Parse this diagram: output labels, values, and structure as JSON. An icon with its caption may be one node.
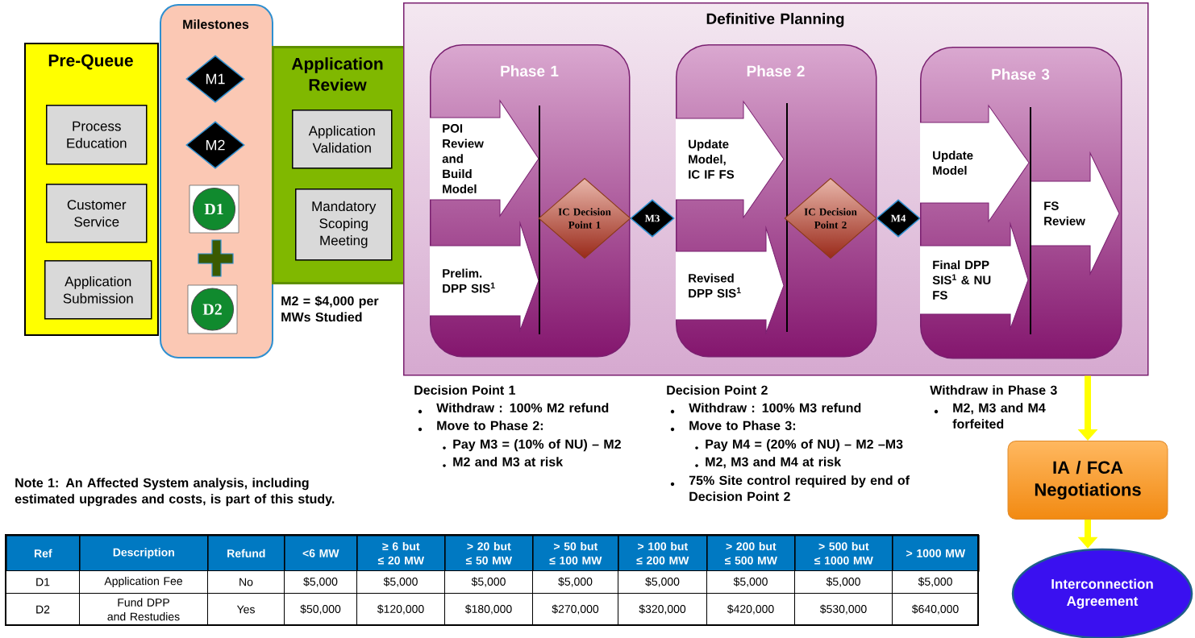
{
  "diagram": {
    "nodes": [
      {
        "text": [
          "Pre-Queue"
        ]
      },
      {
        "text": [
          "Process Education"
        ],
        "in": 0
      },
      {
        "text": [
          "Customer Service"
        ],
        "in": 0
      },
      {
        "text": [
          "Application Submission"
        ],
        "in": 0
      },
      {
        "text": [
          "Milestones"
        ]
      },
      {
        "text": [
          "M1"
        ],
        "in": 4
      },
      {
        "text": [
          "M2"
        ],
        "in": 4
      },
      {
        "text": [
          "D1"
        ],
        "in": 4
      },
      {
        "text": [
          "D2"
        ],
        "in": 4
      },
      {
        "text": [
          "Application Review"
        ],
        "beside": [
          "M2 = $4,000 per MWs Studied"
        ]
      },
      {
        "text": [
          "Application Validation"
        ],
        "in": 9
      },
      {
        "text": [
          "Mandatory Scoping Meeting"
        ],
        "in": 9
      },
      {
        "text": [
          "Definitive Planning"
        ]
      },
      {
        "text": [
          "Phase 1"
        ],
        "in": 12
      },
      {
        "text": [
          "POI Review and Build Model"
        ],
        "in": 13
      },
      {
        "text": [
          "Prelim. DPP SIS$^{1}$"
        ],
        "in": 13
      },
      {
        "text": [
          "IC Decision Point 1"
        ],
        "in": 13
      },
      {
        "text": [
          "M3"
        ],
        "in": 12
      },
      {
        "text": [
          "Phase 2"
        ],
        "in": 12
      },
      {
        "text": [
          "Update Model, IC IF FS"
        ],
        "in": 18
      },
      {
        "text": [
          "Revised DPP SIS$^{1}$"
        ],
        "in": 18
      },
      {
        "text": [
          "IC Decision Point 2"
        ],
        "in": 18
      },
      {
        "text": [
          "M4"
        ],
        "in": 12
      },
      {
        "text": [
          "Phase 3"
        ],
        "in": 12
      },
      {
        "text": [
          "Update Model"
        ],
        "in": 23
      },
      {
        "text": [
          "Final DPP SIS$^{1}$ & NU FS"
        ],
        "in": 23
      },
      {
        "text": [
          "FS Review"
        ],
        "in": 23
      },
      {
        "text": [
          "IA / FCA Negotiations"
        ]
      },
      {
        "text": [
          "Interconnection Agreement"
        ]
      }
    ],
    "edges": [
      {
        "from": 12,
        "to": 27,
        "arrow": "to"
      },
      {
        "from": 27,
        "to": 28,
        "arrow": "to"
      }
    ],
    "labels": [
      "Decision Point 1",
      "Withdraw  : 100% M2 refund",
      "Move to Phase 2:",
      "Pay M3 = (10% of NU) – M2",
      "M2 and M3 at risk",
      "Decision Point 2",
      "Withdraw  : 100% M3 refund",
      "Move to Phase 3:",
      "Pay M4 = (20% of NU) – M2 –M3",
      "M2, M3 and M4 at risk",
      "75% Site control required by end of Decision Point 2",
      "Withdraw in Phase 3",
      "M2, M3 and M4 forfeited",
      "Note 1: An Affected System analysis, including estimated upgrades and costs, is part of this study.",
      "Ref",
      "Description",
      "Refund",
      "<6 MW",
      "≥ 6 but ≤ 20 MW",
      "> 20 but ≤ 50 MW",
      "> 50 but ≤ 100 MW",
      "> 100 but ≤ 200 MW",
      "> 200 but ≤ 500 MW",
      "> 500 but ≤ 1000 MW",
      "> 1000 MW",
      "D1",
      "Application Fee",
      "No",
      "$5,000",
      "$5,000",
      "$5,000",
      "$5,000",
      "$5,000",
      "$5,000",
      "$5,000",
      "$5,000",
      "D2",
      "Fund DPP and Restudies",
      "Yes",
      "$50,000",
      "$120,000",
      "$180,000",
      "$270,000",
      "$320,000",
      "$420,000",
      "$530,000",
      "$640,000"
    ]
  }
}
